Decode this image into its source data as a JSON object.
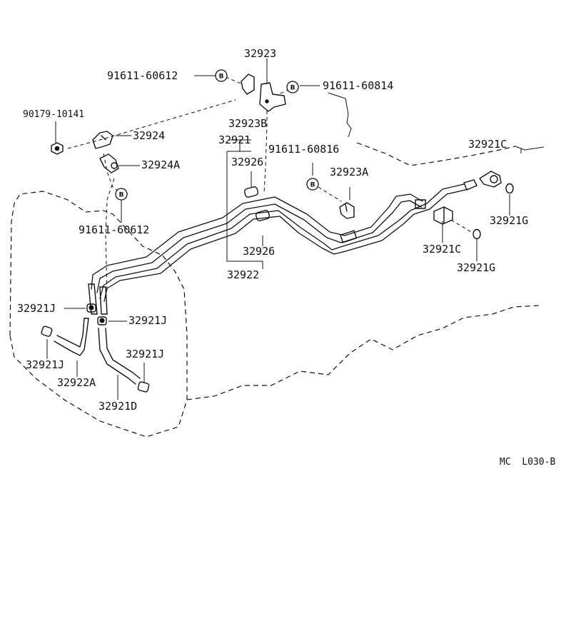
{
  "labels": {
    "p32923": "32923",
    "p91611_60612_top": "91611-60612",
    "p91611_60814": "91611-60814",
    "p90179_10141": "90179-10141",
    "p32924": "32924",
    "p32923B": "32923B",
    "p32921": "32921",
    "p32921C_top": "32921C",
    "p91611_60816": "91611-60816",
    "p32924A": "32924A",
    "p32926_top": "32926",
    "p32923A": "32923A",
    "p91611_60612_mid": "91611-60612",
    "p32921G_top": "32921G",
    "p32926_bottom": "32926",
    "p32921C_bottom": "32921C",
    "p32922": "32922",
    "p32921G_bottom": "32921G",
    "p32921J_left": "32921J",
    "p32921J_mid": "32921J",
    "p32921J_right": "32921J",
    "p32921J_bottom": "32921J",
    "p32922A": "32922A",
    "p32921D": "32921D"
  },
  "badge_letter": "B",
  "footer_code": "MC  L030-B",
  "icons": {
    "badge": "bolt-callout-b-icon",
    "clamp": "clamp-icon",
    "nut": "nut-icon",
    "hose": "hose-icon",
    "ring": "o-ring-icon",
    "union": "union-fitting-icon"
  }
}
